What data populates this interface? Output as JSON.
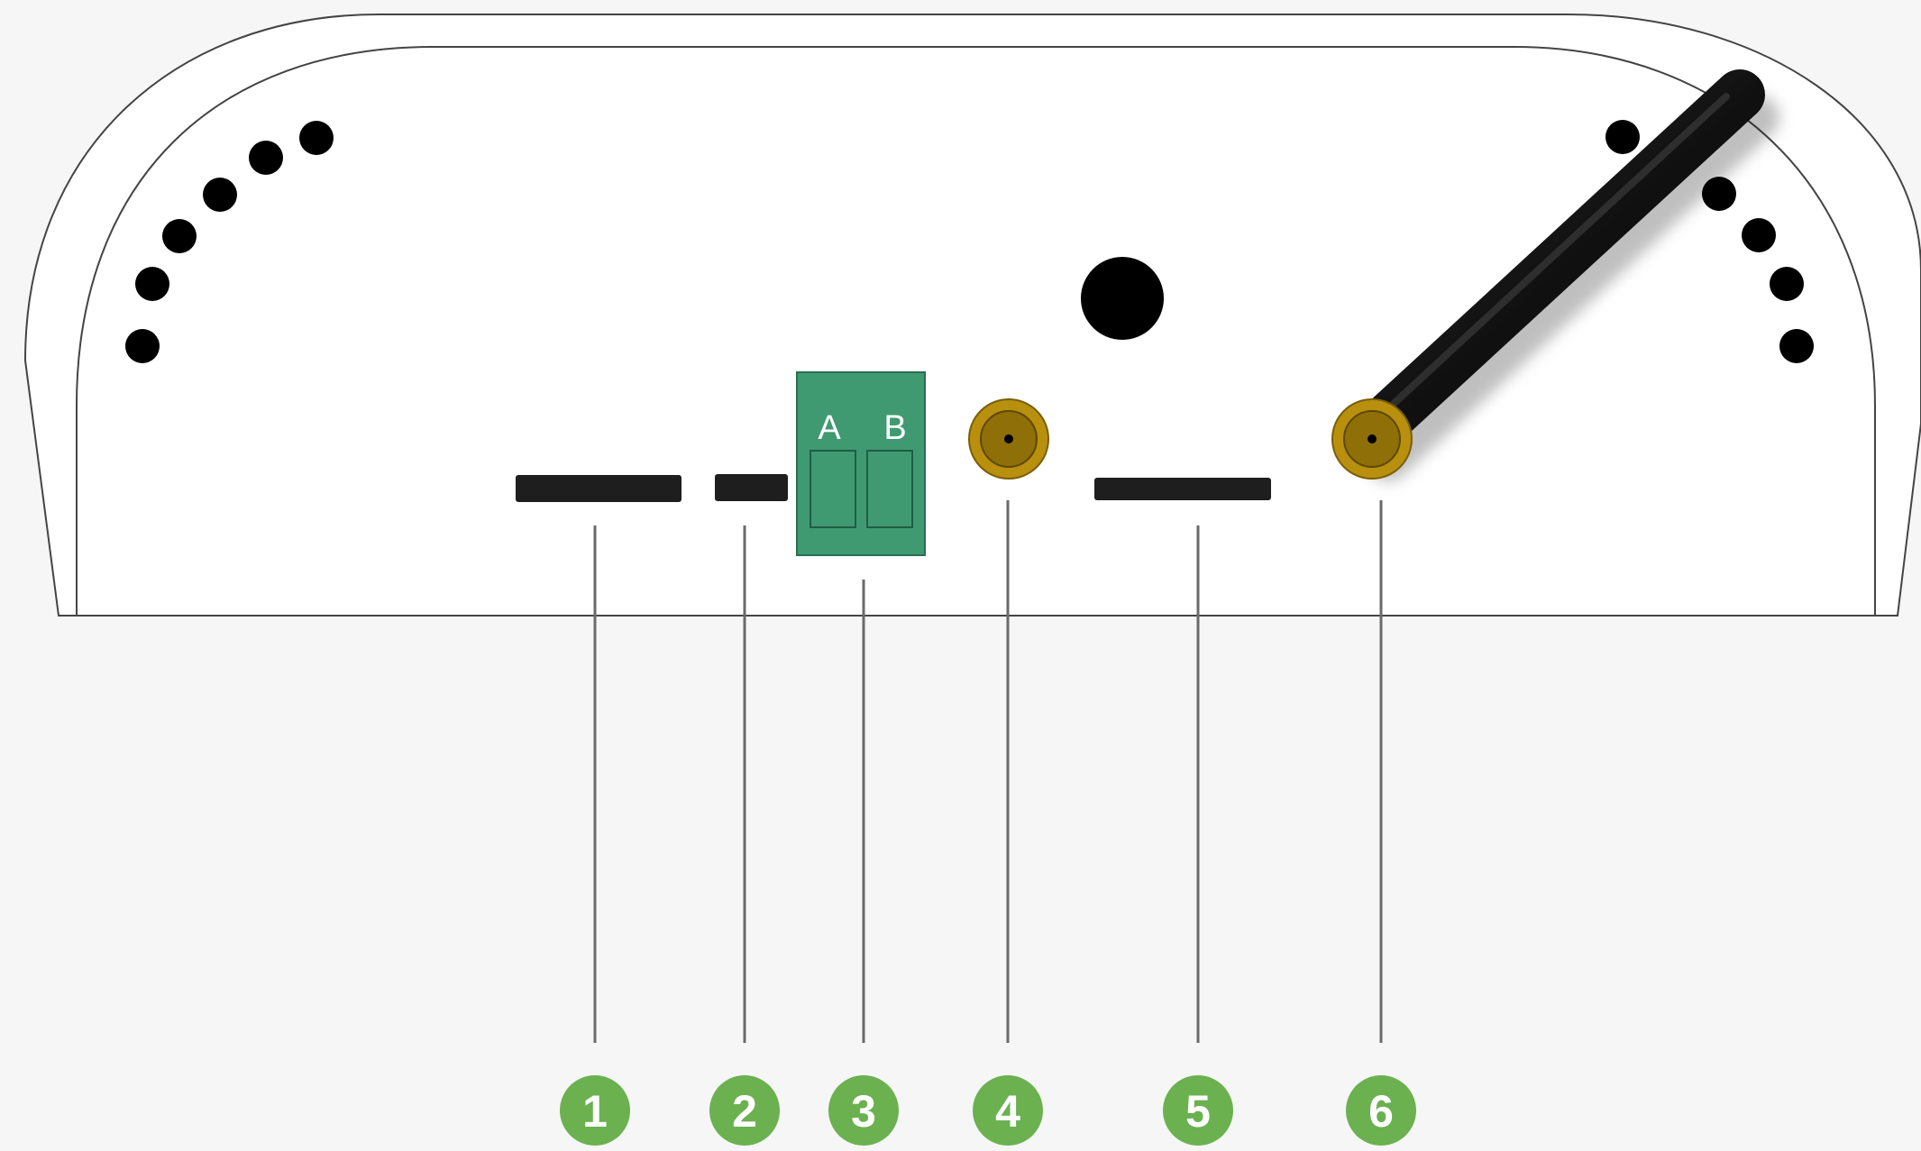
{
  "colors": {
    "background": "#f6f6f6",
    "device_fill": "#ffffff",
    "outline": "#444444",
    "slot": "#1e1e1e",
    "terminal_block": "#3f9a72",
    "terminal_border": "#2b6e4f",
    "sma_gold": "#b8900e",
    "antenna": "#0c0c0c",
    "badge": "#6bb150",
    "leader_line": "#6a6a6a"
  },
  "terminal_block": {
    "label_a": "A",
    "label_b": "B"
  },
  "callouts": [
    {
      "number": "1",
      "part": "wide-slot"
    },
    {
      "number": "2",
      "part": "small-slot"
    },
    {
      "number": "3",
      "part": "terminal-block"
    },
    {
      "number": "4",
      "part": "sma-connector"
    },
    {
      "number": "5",
      "part": "slot"
    },
    {
      "number": "6",
      "part": "antenna-connector"
    }
  ],
  "icons": [
    "led-dot-icon",
    "antenna-icon",
    "sma-connector-icon"
  ]
}
